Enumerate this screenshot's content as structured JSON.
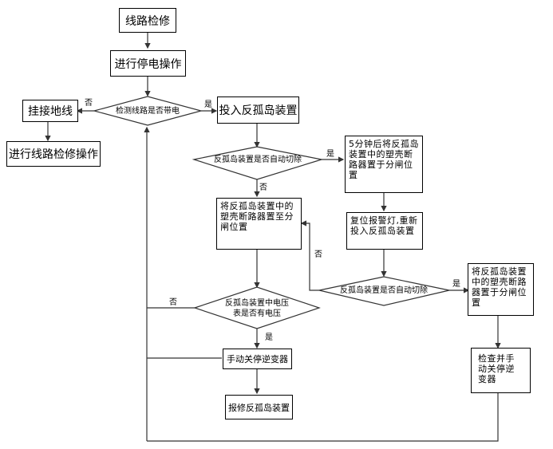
{
  "nodes": {
    "start": "线路检修",
    "power_off": "进行停电操作",
    "check_live": "检测线路是否带电",
    "hang_ground": "挂接地线",
    "do_repair": "进行线路检修操作",
    "put_anti_island": "投入反孤岛装置",
    "auto_cut_1": "反孤岛装置是否自动切除",
    "wait_breaker": "5分钟后将反孤岛装置中的塑壳断路器置于分闸位置",
    "manual_breaker": "将反孤岛装置中的塑壳断路器置至分闸位置",
    "reset_alarm": "复位报警灯,重新投入反孤岛装置",
    "auto_cut_2": "反孤岛装置是否自动切除",
    "breaker_off_2": "将反孤岛装置中的塑壳断路器置于分闸位置",
    "voltmeter_q1": "反孤岛装置中电压",
    "voltmeter_q2": "表是否有电压",
    "manual_stop_inverter": "手动关停逆变器",
    "check_stop_inverter": "检查并手动关停逆变器",
    "repair_device": "报修反孤岛装置"
  },
  "labels": {
    "yes": "是",
    "no": "否"
  }
}
